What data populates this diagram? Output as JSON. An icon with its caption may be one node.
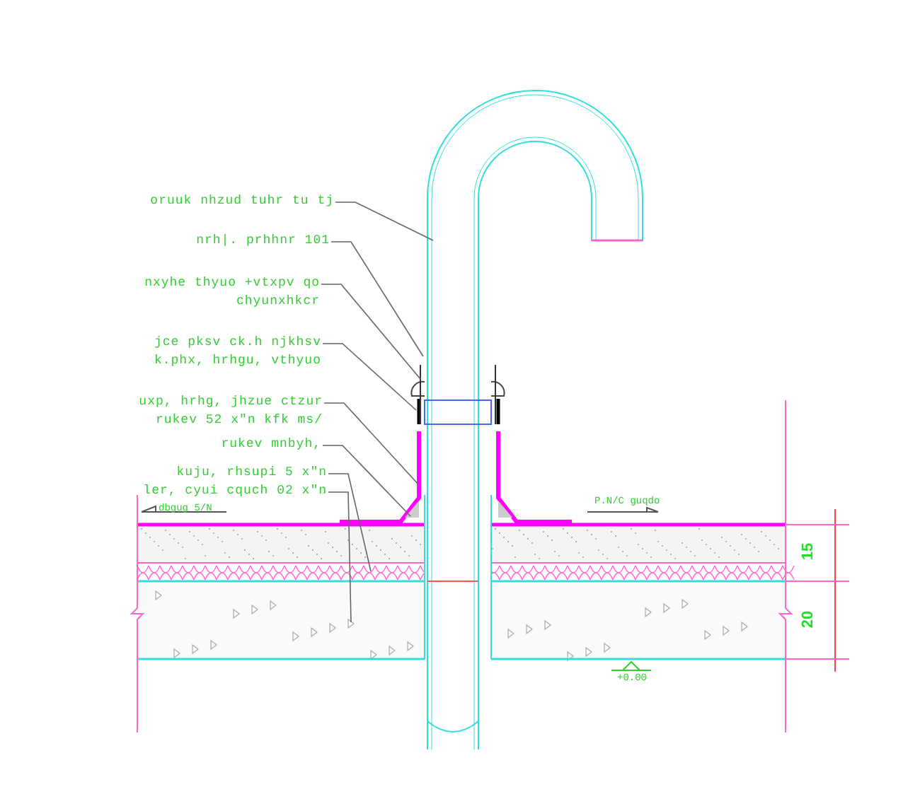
{
  "diagram": {
    "nodes": [
      {
        "text": [
          "oruuk nhzud tuhr tu tj"
        ]
      },
      {
        "text": [
          "nrh|. prhhnr 101"
        ]
      },
      {
        "text": [
          "nxyhe thyuo +vtxpv qo chyunxhkcr"
        ]
      },
      {
        "text": [
          "jce pksv ck.h njkhsv k.phx, hrhgu, vthyuo"
        ]
      },
      {
        "text": [
          "uxp, hrhg, jhzue ctzur rukev 52 x\"n kfk ms/"
        ]
      },
      {
        "text": [
          "rukev mnbyh,"
        ]
      },
      {
        "text": [
          "kuju, rhsupi 5 x\"n"
        ]
      },
      {
        "text": [
          "ler, cyui cquch 02 x\"n"
        ]
      }
    ],
    "edges": [
      {
        "from": 0,
        "to": null,
        "arrow": "none"
      },
      {
        "from": 1,
        "to": null,
        "arrow": "none"
      },
      {
        "from": 2,
        "to": null,
        "arrow": "none"
      },
      {
        "from": 3,
        "to": null,
        "arrow": "none"
      },
      {
        "from": 4,
        "to": null,
        "arrow": "none"
      },
      {
        "from": 5,
        "to": null,
        "arrow": "none"
      },
      {
        "from": 6,
        "to": null,
        "arrow": "none"
      },
      {
        "from": 7,
        "to": null,
        "arrow": "none"
      }
    ],
    "labels": [
      "dbgug 5/N",
      "P.N/C guqdo",
      "15",
      "20",
      "+0.00"
    ]
  }
}
